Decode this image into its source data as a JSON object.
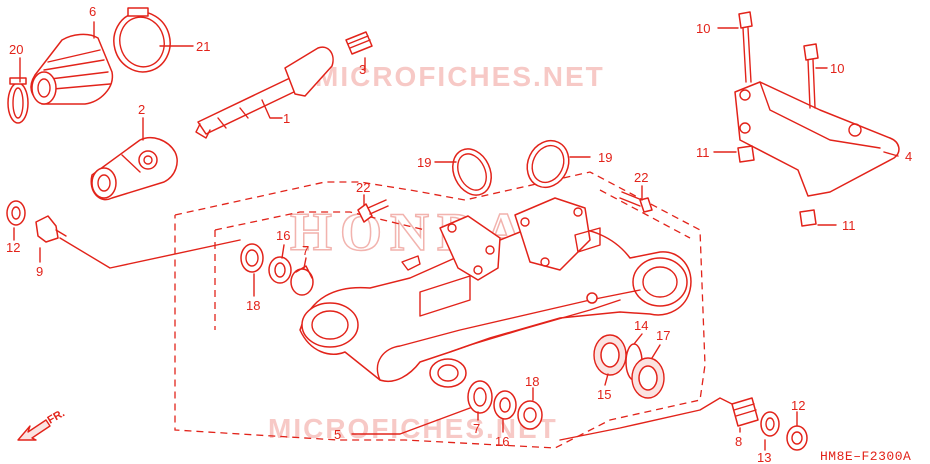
{
  "diagram": {
    "diagram_code": "HM8E–F2300A",
    "front_label": "FR.",
    "watermarks": {
      "site_top": "MICROFICHES.NET",
      "site_bottom": "MICROFICHES.NET",
      "brand": "HONDA"
    },
    "callouts": {
      "c1": "1",
      "c2": "2",
      "c3": "3",
      "c4": "4",
      "c5": "5",
      "c6": "6",
      "c7a": "7",
      "c7b": "7",
      "c8": "8",
      "c9": "9",
      "c10a": "10",
      "c10b": "10",
      "c11a": "11",
      "c11b": "11",
      "c12a": "12",
      "c12b": "12",
      "c13": "13",
      "c14": "14",
      "c15": "15",
      "c16a": "16",
      "c16b": "16",
      "c17": "17",
      "c18a": "18",
      "c18b": "18",
      "c19a": "19",
      "c19b": "19",
      "c20": "20",
      "c21": "21",
      "c22a": "22",
      "c22b": "22"
    },
    "colors": {
      "line": "#e2231a",
      "watermark": "#f7c9c6",
      "background": "#ffffff"
    }
  }
}
